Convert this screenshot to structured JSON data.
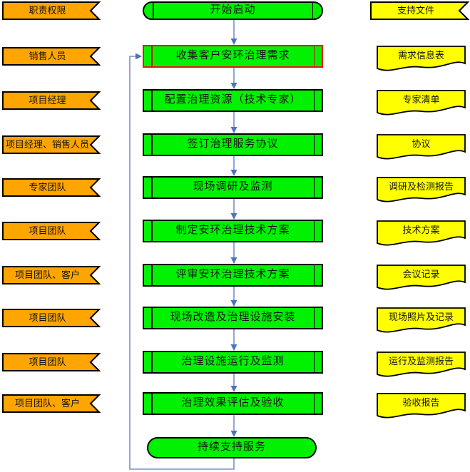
{
  "diagram": {
    "left_header": "职责权限",
    "right_header": "支持文件",
    "rows": [
      {
        "role": "职责权限",
        "step": "开始启动",
        "step_shape": "stadium-start",
        "doc": "支持文件",
        "doc_shape": "banner"
      },
      {
        "role": "销售人员",
        "step": "收集客户安环治理需求",
        "step_shape": "process",
        "step_highlight": true,
        "doc": "需求信息表",
        "doc_shape": "document"
      },
      {
        "role": "项目经理",
        "step": "配置治理资源（技术专家）",
        "step_shape": "process",
        "doc": "专家清单",
        "doc_shape": "document"
      },
      {
        "role": "项目经理、销售人员",
        "step": "签订治理服务协议",
        "step_shape": "process",
        "doc": "协议",
        "doc_shape": "document"
      },
      {
        "role": "专家团队",
        "step": "现场调研及监测",
        "step_shape": "process",
        "doc": "调研及检测报告",
        "doc_shape": "document"
      },
      {
        "role": "项目团队",
        "step": "制定安环治理技术方案",
        "step_shape": "process",
        "doc": "技术方案",
        "doc_shape": "document"
      },
      {
        "role": "项目团队、客户",
        "step": "评审安环治理技术方案",
        "step_shape": "process",
        "doc": "会议记录",
        "doc_shape": "document"
      },
      {
        "role": "项目团队",
        "step": "现场改造及治理设施安装",
        "step_shape": "process",
        "doc": "现场照片及记录",
        "doc_shape": "document"
      },
      {
        "role": "项目团队",
        "step": "治理设施运行及监测",
        "step_shape": "process",
        "doc": "运行及监测报告",
        "doc_shape": "document"
      },
      {
        "role": "项目团队、客户",
        "step": "治理效果评估及验收",
        "step_shape": "process",
        "doc": "验收报告",
        "doc_shape": "document"
      },
      {
        "role": null,
        "step": "持续支持服务",
        "step_shape": "stadium-end",
        "doc": null
      }
    ]
  },
  "colors": {
    "role_fill": "#FFA500",
    "step_fill": "#00F200",
    "doc_fill": "#FFFF00",
    "shape_border": "#000000",
    "highlight_border": "#EE1111",
    "connector_line": "#7A90C8",
    "connector_head": "#4B74BC",
    "text": "#141414"
  }
}
